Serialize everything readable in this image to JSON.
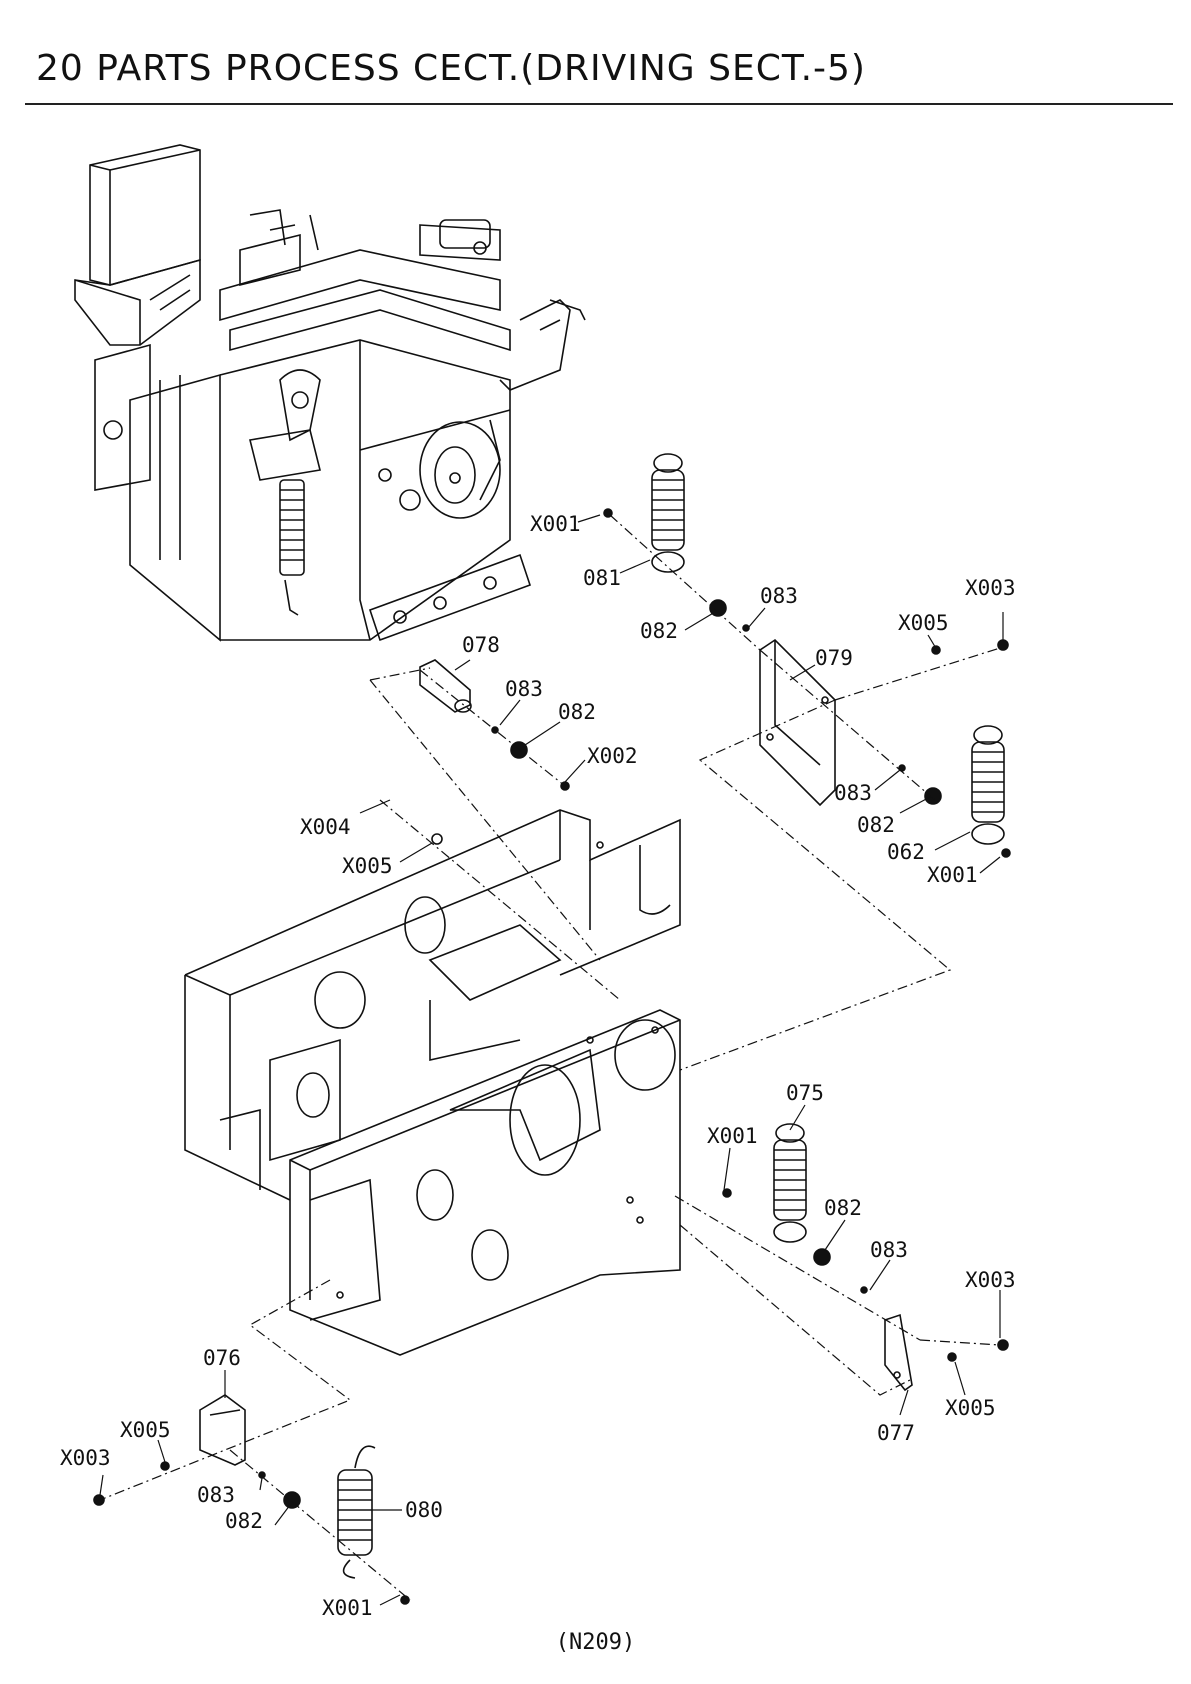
{
  "page": {
    "title": "20 PARTS PROCESS CECT.(DRIVING SECT.-5)",
    "footer_code": "(N209)"
  },
  "callouts": [
    {
      "id": "c1",
      "label": "X001"
    },
    {
      "id": "c2",
      "label": "081"
    },
    {
      "id": "c3",
      "label": "083"
    },
    {
      "id": "c4",
      "label": "082"
    },
    {
      "id": "c5",
      "label": "X003"
    },
    {
      "id": "c6",
      "label": "X005"
    },
    {
      "id": "c7",
      "label": "079"
    },
    {
      "id": "c8",
      "label": "078"
    },
    {
      "id": "c9",
      "label": "083"
    },
    {
      "id": "c10",
      "label": "082"
    },
    {
      "id": "c11",
      "label": "X002"
    },
    {
      "id": "c12",
      "label": "X004"
    },
    {
      "id": "c13",
      "label": "X005"
    },
    {
      "id": "c14",
      "label": "083"
    },
    {
      "id": "c15",
      "label": "082"
    },
    {
      "id": "c16",
      "label": "062"
    },
    {
      "id": "c17",
      "label": "X001"
    },
    {
      "id": "c18",
      "label": "075"
    },
    {
      "id": "c19",
      "label": "X001"
    },
    {
      "id": "c20",
      "label": "082"
    },
    {
      "id": "c21",
      "label": "083"
    },
    {
      "id": "c22",
      "label": "X003"
    },
    {
      "id": "c23",
      "label": "X005"
    },
    {
      "id": "c24",
      "label": "077"
    },
    {
      "id": "c25",
      "label": "076"
    },
    {
      "id": "c26",
      "label": "X005"
    },
    {
      "id": "c27",
      "label": "X003"
    },
    {
      "id": "c28",
      "label": "083"
    },
    {
      "id": "c29",
      "label": "080"
    },
    {
      "id": "c30",
      "label": "082"
    },
    {
      "id": "c31",
      "label": "X001"
    }
  ]
}
